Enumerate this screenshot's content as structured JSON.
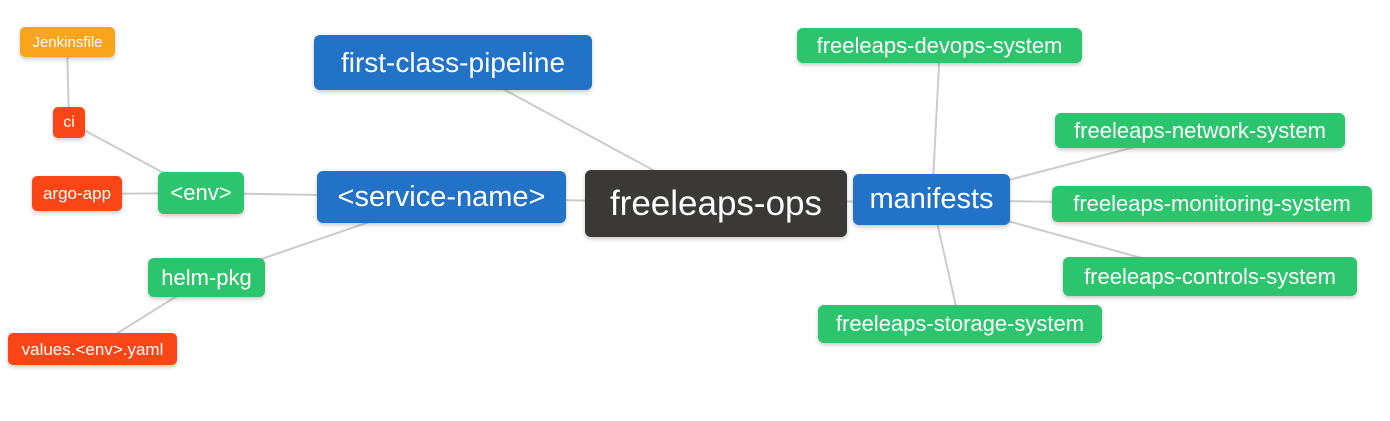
{
  "mindmap": {
    "root": "freeleaps-ops",
    "nodes": {
      "jenkinsfile": "Jenkinsfile",
      "ci": "ci",
      "argo_app": "argo-app",
      "env": "<env>",
      "helm_pkg": "helm-pkg",
      "values_env_yaml": "values.<env>.yaml",
      "first_class_pipeline": "first-class-pipeline",
      "service_name": "<service-name>",
      "freeleaps_ops": "freeleaps-ops",
      "manifests": "manifests",
      "devops_system": "freeleaps-devops-system",
      "network_system": "freeleaps-network-system",
      "monitoring_system": "freeleaps-monitoring-system",
      "controls_system": "freeleaps-controls-system",
      "storage_system": "freeleaps-storage-system"
    },
    "edges": [
      [
        "jenkinsfile",
        "ci"
      ],
      [
        "ci",
        "env"
      ],
      [
        "argo_app",
        "env"
      ],
      [
        "env",
        "service_name"
      ],
      [
        "helm_pkg",
        "service_name"
      ],
      [
        "values_env_yaml",
        "helm_pkg"
      ],
      [
        "first_class_pipeline",
        "freeleaps_ops"
      ],
      [
        "service_name",
        "freeleaps_ops"
      ],
      [
        "freeleaps_ops",
        "manifests"
      ],
      [
        "manifests",
        "devops_system"
      ],
      [
        "manifests",
        "network_system"
      ],
      [
        "manifests",
        "monitoring_system"
      ],
      [
        "manifests",
        "controls_system"
      ],
      [
        "manifests",
        "storage_system"
      ]
    ],
    "colors": {
      "root_node": "#3b3838",
      "primary_branch": "#2272c8",
      "secondary_branch": "#2cc56e",
      "leaf_red": "#fa4616",
      "leaf_orange": "#f8a41d",
      "edge_line": "#cccccc",
      "node_text": "#ffffff",
      "background": "#ffffff"
    }
  }
}
